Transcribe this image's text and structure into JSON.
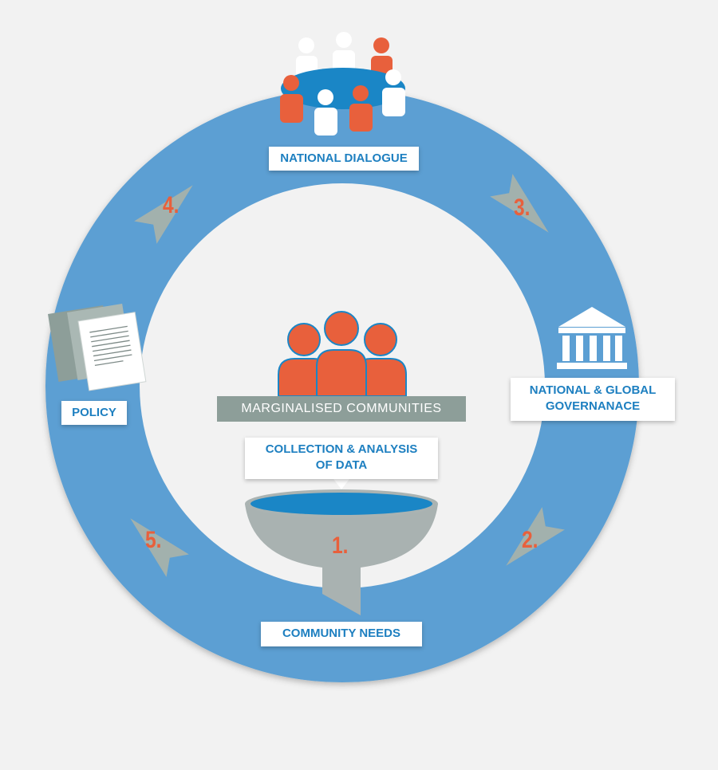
{
  "labels": {
    "national_dialogue": "NATIONAL DIALOGUE",
    "governance_line1": "NATIONAL & GLOBAL",
    "governance_line2": "GOVERNANACE",
    "policy": "POLICY",
    "community_needs": "COMMUNITY NEEDS",
    "marginalised": "MARGINALISED  COMMUNITIES",
    "collection_line1": "COLLECTION & ANALYSIS",
    "collection_line2": "OF DATA"
  },
  "steps": [
    "1.",
    "2.",
    "3.",
    "4.",
    "5."
  ],
  "icons": [
    "people-around-table-icon",
    "government-building-icon",
    "documents-icon",
    "three-people-icon",
    "funnel-icon"
  ],
  "colors": {
    "ring": "#5b9fd3",
    "inner": "#f2f2f2",
    "arrow": "#a2b1ad",
    "accent_orange": "#e8603c",
    "label_text": "#1d7fc0",
    "funnel": "#a9b2b1",
    "funnel_top": "#1a86c6"
  }
}
